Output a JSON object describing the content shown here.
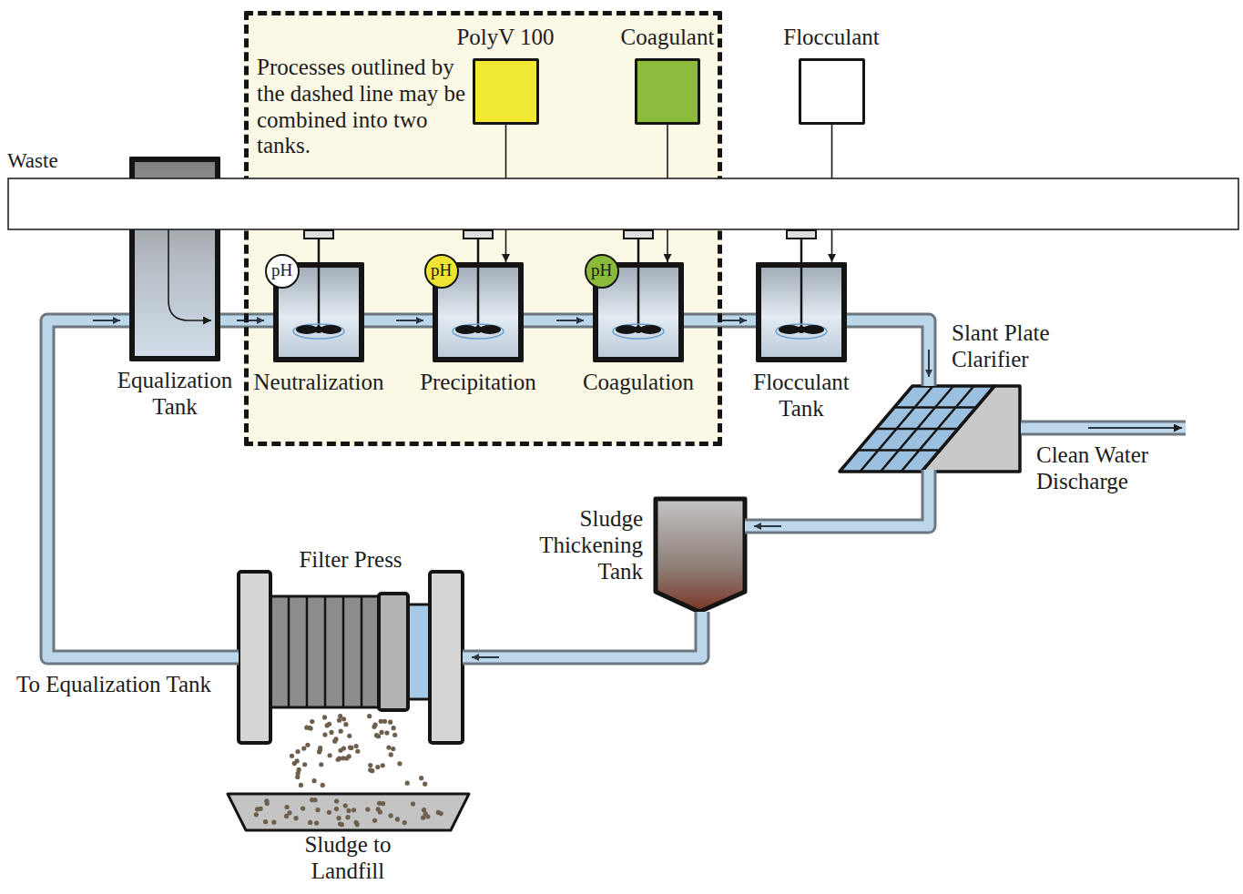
{
  "diagram": {
    "nodes": [
      {
        "text": [
          "Processes outlined by the dashed line may be combined into two tanks."
        ]
      },
      {
        "text": [
          "PolyV 100"
        ],
        "in": 0
      },
      {
        "text": [
          "Coagulant"
        ],
        "in": 0
      },
      {
        "text": [
          "Flocculant"
        ]
      },
      {
        "text": [
          "Equalization Tank"
        ]
      },
      {
        "text": [
          "Neutralization"
        ],
        "in": 0
      },
      {
        "text": [
          "pH"
        ],
        "in": 5
      },
      {
        "text": [
          "Precipitation"
        ],
        "in": 0
      },
      {
        "text": [
          "pH"
        ],
        "in": 7
      },
      {
        "text": [
          "Coagulation"
        ],
        "in": 0
      },
      {
        "text": [
          "pH"
        ],
        "in": 9
      },
      {
        "text": [
          "Flocculant Tank"
        ]
      },
      {
        "text": [
          "Slant Plate Clarifier"
        ]
      },
      {
        "text": [
          "Sludge Thickening Tank"
        ]
      },
      {
        "text": [
          "Filter Press"
        ]
      },
      {
        "text": [
          "Sludge to Landfill"
        ]
      }
    ],
    "edges": [
      {
        "from": 4,
        "to": 5,
        "arrow": "to"
      },
      {
        "from": 5,
        "to": 7,
        "arrow": "to"
      },
      {
        "from": 7,
        "to": 9,
        "arrow": "to"
      },
      {
        "from": 9,
        "to": 11,
        "arrow": "to"
      },
      {
        "from": 11,
        "to": 12,
        "arrow": "to"
      },
      {
        "from": 12,
        "to": 13,
        "arrow": "to"
      },
      {
        "from": 13,
        "to": 14,
        "arrow": "to"
      },
      {
        "from": 14,
        "to": 4,
        "arrow": "to"
      },
      {
        "from": 1,
        "to": 7,
        "arrow": "to"
      },
      {
        "from": 2,
        "to": 9,
        "arrow": "to"
      },
      {
        "from": 3,
        "to": 11,
        "arrow": "to"
      }
    ],
    "labels": [
      "Waste",
      "Clean Water Discharge",
      "To Equalization Tank"
    ]
  }
}
